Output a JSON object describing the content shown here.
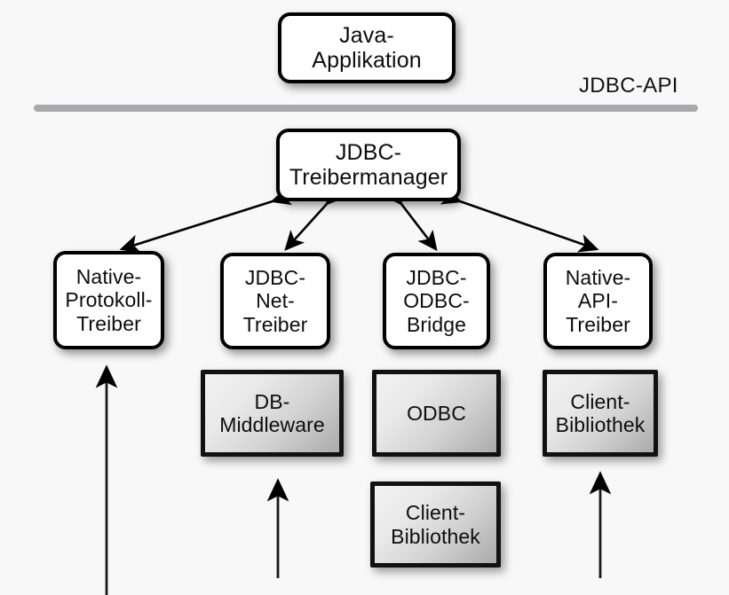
{
  "diagram": {
    "title_text": "JDBC architecture (German)",
    "background_color": "#f8f8f8",
    "divider": {
      "label": "JDBC-API",
      "color": "#a9a9ad"
    },
    "nodes": [
      {
        "id": "java-applikation",
        "label": "Java-\nApplikation",
        "style": "white-rounded",
        "font_size": 25
      },
      {
        "id": "jdbc-treibermanager",
        "label": "JDBC-\nTreibermanager",
        "style": "white-rounded",
        "font_size": 25
      },
      {
        "id": "native-protokoll-treiber",
        "label": "Native-\nProtokoll-\nTreiber",
        "style": "white-rounded",
        "font_size": 23
      },
      {
        "id": "jdbc-net-treiber",
        "label": "JDBC-\nNet-\nTreiber",
        "style": "white-rounded",
        "font_size": 23
      },
      {
        "id": "jdbc-odbc-bridge",
        "label": "JDBC-\nODBC-\nBridge",
        "style": "white-rounded",
        "font_size": 23
      },
      {
        "id": "native-api-treiber",
        "label": "Native-\nAPI-\nTreiber",
        "style": "white-rounded",
        "font_size": 23
      },
      {
        "id": "db-middleware",
        "label": "DB-\nMiddleware",
        "style": "gray-gradient",
        "font_size": 23
      },
      {
        "id": "odbc",
        "label": "ODBC",
        "style": "gray-gradient",
        "font_size": 23
      },
      {
        "id": "client-bibliothek-right",
        "label": "Client-\nBibliothek",
        "style": "gray-gradient",
        "font_size": 23
      },
      {
        "id": "client-bibliothek-mid",
        "label": "Client-\nBibliothek",
        "style": "gray-gradient",
        "font_size": 23
      }
    ],
    "connections": [
      {
        "from": "jdbc-treibermanager",
        "to": "native-protokoll-treiber",
        "type": "double-arrow"
      },
      {
        "from": "jdbc-treibermanager",
        "to": "jdbc-net-treiber",
        "type": "double-arrow"
      },
      {
        "from": "jdbc-treibermanager",
        "to": "jdbc-odbc-bridge",
        "type": "double-arrow"
      },
      {
        "from": "jdbc-treibermanager",
        "to": "native-api-treiber",
        "type": "double-arrow"
      },
      {
        "from": "bottom-edge",
        "to": "native-protokoll-treiber",
        "type": "single-arrow-up"
      },
      {
        "from": "bottom-edge",
        "to": "db-middleware",
        "type": "single-arrow-up"
      },
      {
        "from": "bottom-edge",
        "to": "client-bibliothek-right",
        "type": "single-arrow-up"
      }
    ]
  }
}
